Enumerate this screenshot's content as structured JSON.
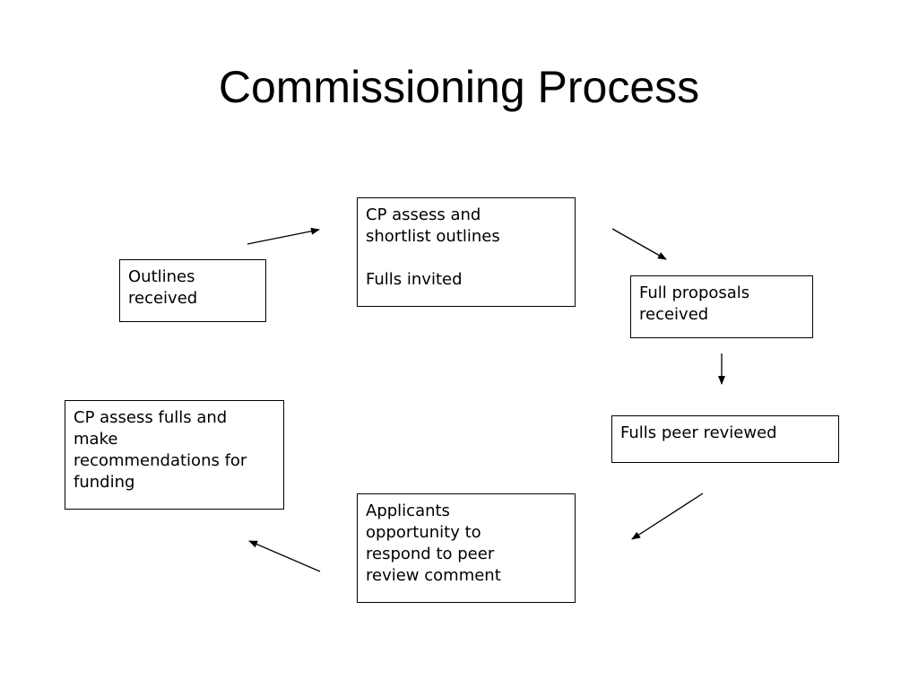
{
  "slide": {
    "title": "Commissioning Process"
  },
  "steps": {
    "outlines_received": {
      "line1": "Outlines",
      "line2": "received"
    },
    "cp_assess_outlines": {
      "line1": "CP assess and",
      "line2": "shortlist outlines",
      "line3": "Fulls invited"
    },
    "full_proposals_received": {
      "line1": "Full proposals",
      "line2": "received"
    },
    "fulls_peer_reviewed": {
      "line1": "Fulls peer reviewed"
    },
    "applicants_respond": {
      "line1": "Applicants",
      "line2": "opportunity to",
      "line3": "respond to peer",
      "line4": "review comment"
    },
    "cp_assess_fulls": {
      "line1": "CP assess fulls and",
      "line2": "make",
      "line3": "recommendations for",
      "line4": "funding"
    }
  },
  "colors": {
    "stroke": "#000000",
    "background": "#ffffff"
  }
}
